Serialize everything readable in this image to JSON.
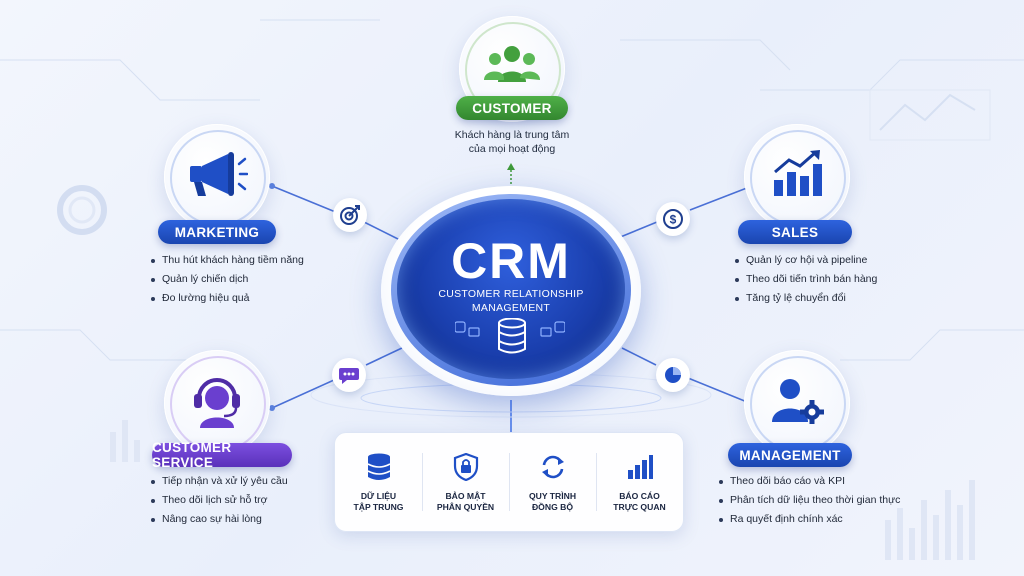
{
  "hub": {
    "title": "CRM",
    "subtitle_line1": "CUSTOMER RELATIONSHIP",
    "subtitle_line2": "MANAGEMENT"
  },
  "customer": {
    "label": "CUSTOMER",
    "desc_line1": "Khách hàng là trung tâm",
    "desc_line2": "của mọi hoạt động",
    "icon": "users-group-icon",
    "color": "#3f9a3a"
  },
  "marketing": {
    "label": "MARKETING",
    "icon": "megaphone-icon",
    "connector_icon": "target-icon",
    "color": "#1f4fc6",
    "items": [
      "Thu hút khách hàng tiềm năng",
      "Quản lý chiến dịch",
      "Đo lường hiệu quả"
    ]
  },
  "sales": {
    "label": "SALES",
    "icon": "bar-chart-up-icon",
    "connector_icon": "dollar-icon",
    "color": "#1f4fc6",
    "items": [
      "Quản lý cơ hội và pipeline",
      "Theo dõi tiến trình bán hàng",
      "Tăng tỷ lệ chuyển đổi"
    ]
  },
  "customer_service": {
    "label": "CUSTOMER SERVICE",
    "icon": "headset-icon",
    "connector_icon": "chat-bubble-icon",
    "color": "#6a3fcf",
    "items": [
      "Tiếp nhận và xử lý yêu cầu",
      "Theo dõi lịch sử hỗ trợ",
      "Nâng cao sự hài lòng"
    ]
  },
  "management": {
    "label": "MANAGEMENT",
    "icon": "user-gear-icon",
    "connector_icon": "pie-chart-icon",
    "color": "#1f4fc6",
    "items": [
      "Theo dõi báo cáo và KPI",
      "Phân tích dữ liệu theo thời gian thực",
      "Ra quyết định chính xác"
    ]
  },
  "features": [
    {
      "icon": "database-icon",
      "line1": "DỮ LIỆU",
      "line2": "TẬP TRUNG"
    },
    {
      "icon": "shield-lock-icon",
      "line1": "BẢO MẬT",
      "line2": "PHÂN QUYỀN"
    },
    {
      "icon": "sync-icon",
      "line1": "QUY TRÌNH",
      "line2": "ĐỒNG BỘ"
    },
    {
      "icon": "bar-chart-icon",
      "line1": "BÁO CÁO",
      "line2": "TRỰC QUAN"
    }
  ]
}
